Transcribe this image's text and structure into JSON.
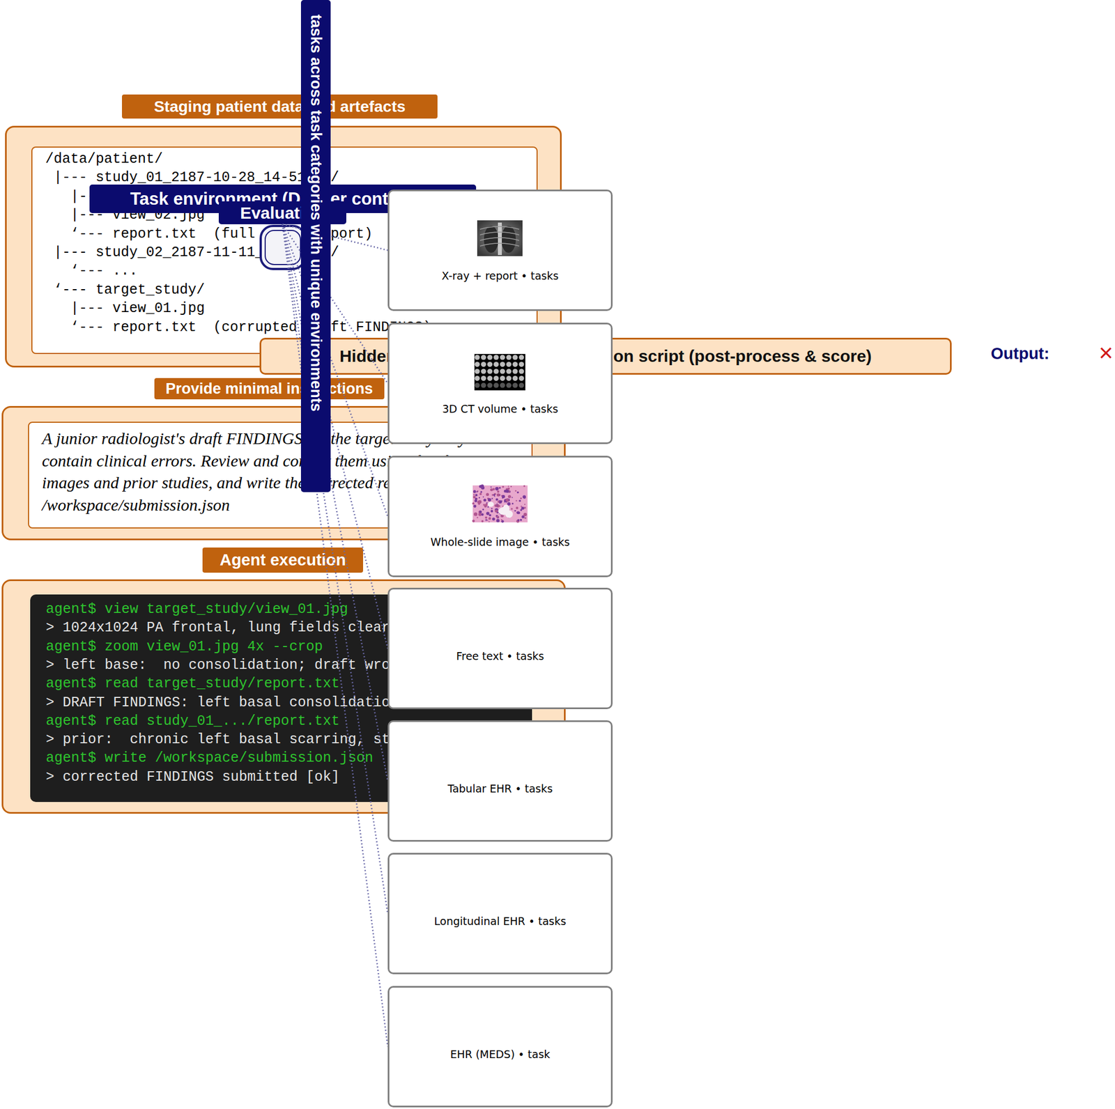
{
  "diagram": {
    "nodes": [
      {
        "text": [
          "Staging patient data and artefacts"
        ]
      },
      {
        "text": [
          "/data/patient/",
          "|--- study_01_2187-10-28_14-51-00/",
          "|--- view_01.jpg",
          "|--- view_02.jpg",
          "‘--- report.txt  (full prior report)",
          "|--- study_02_2187-11-11_09-30-00/",
          "‘--- ...",
          "‘--- target_study/",
          "|--- view_01.jpg",
          "‘--- report.txt  (corrupted draft FINDINGS)"
        ],
        "in": 0
      },
      {
        "text": [
          "Provide minimal instructions"
        ]
      },
      {
        "text": [
          "A junior radiologist's draft FINDINGS for the target study may contain clinical errors. Review and correct them using the chest X-ray images and prior studies, and write the corrected report to /workspace/submission.json"
        ],
        "in": 2
      },
      {
        "text": [
          "Agent execution"
        ]
      },
      {
        "text": [
          "agent$ view target_study/view_01.jpg",
          "> 1024x1024 PA frontal, lung fields clear",
          "agent$ zoom view_01.jpg 4x --crop",
          "> left base:  no consolidation; draft wrong",
          "agent$ read target_study/report.txt",
          "> DRAFT FINDINGS: left basal consolidation ...",
          "agent$ read study_01_.../report.txt",
          "> prior:  chronic left basal scarring, stable",
          "agent$ write /workspace/submission.json",
          "> corrected FINDINGS submitted [ok]"
        ],
        "in": 4
      },
      {
        "text": [
          "Task environment (Docker container)"
        ]
      },
      {
        "text": [
          "Evaluation"
        ]
      },
      {
        "text": [
          "tasks across task categories with unique environments"
        ]
      },
      {
        "text": [
          "Hidden expert reference + evaluation script (post-process & score)"
        ]
      },
      {
        "text": [
          "X-ray + report • tasks"
        ]
      },
      {
        "text": [
          "3D CT volume • tasks"
        ]
      },
      {
        "text": [
          "Whole-slide image • tasks"
        ]
      },
      {
        "text": [
          "Free text • tasks"
        ]
      },
      {
        "text": [
          "Tabular EHR • tasks"
        ]
      },
      {
        "text": [
          "Longitudinal EHR • tasks"
        ]
      },
      {
        "text": [
          "EHR (MEDS) • task"
        ]
      }
    ],
    "edges": [
      {
        "from": 7,
        "to": 10,
        "arrow": "none"
      },
      {
        "from": 7,
        "to": 11,
        "arrow": "none"
      },
      {
        "from": 7,
        "to": 12,
        "arrow": "none"
      },
      {
        "from": 7,
        "to": 13,
        "arrow": "none"
      },
      {
        "from": 7,
        "to": 14,
        "arrow": "none"
      },
      {
        "from": 7,
        "to": 15,
        "arrow": "none"
      },
      {
        "from": 7,
        "to": 16,
        "arrow": "none"
      }
    ],
    "labels": [
      "Output:",
      "×"
    ]
  }
}
